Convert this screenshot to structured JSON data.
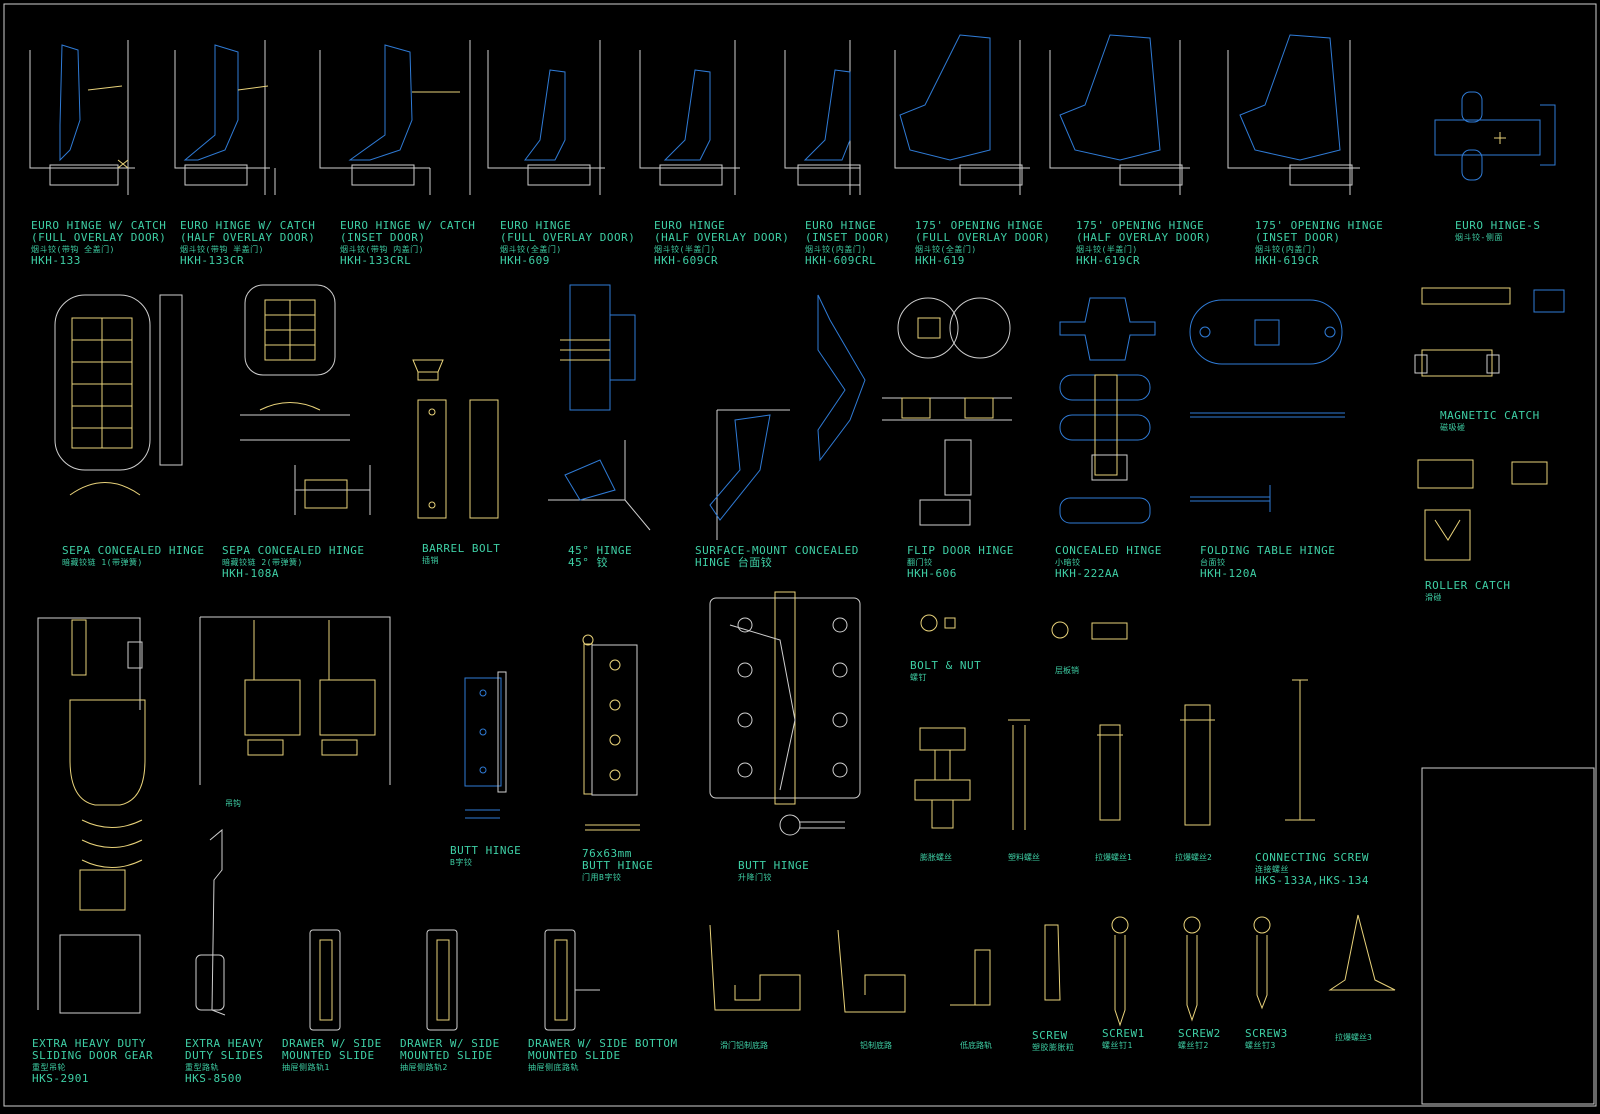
{
  "colors": {
    "background": "#000000",
    "label": "#3ecfa5",
    "part_line": "#e8d27a",
    "detail_line": "#2f7bd6",
    "frame": "#cfcfcf"
  },
  "items": {
    "hkh133": {
      "l1": "EURO HINGE W/ CATCH",
      "l2": "(FULL OVERLAY DOOR)",
      "cn": "烟斗铰(带钩 全盖门)",
      "code": "HKH-133"
    },
    "hkh133cr": {
      "l1": "EURO HINGE W/ CATCH",
      "l2": "(HALF OVERLAY DOOR)",
      "cn": "烟斗铰(带钩 半盖门)",
      "code": "HKH-133CR"
    },
    "hkh133crl": {
      "l1": "EURO HINGE W/ CATCH",
      "l2": "(INSET DOOR)",
      "cn": "烟斗铰(带钩 内盖门)",
      "code": "HKH-133CRL"
    },
    "hkh609": {
      "l1": "EURO HINGE",
      "l2": "(FULL OVERLAY DOOR)",
      "cn": "烟斗铰(全盖门)",
      "code": "HKH-609"
    },
    "hkh609cr": {
      "l1": "EURO HINGE",
      "l2": "(HALF OVERLAY DOOR)",
      "cn": "烟斗铰(半盖门)",
      "code": "HKH-609CR"
    },
    "hkh609crl": {
      "l1": "EURO HINGE",
      "l2": "(INSET DOOR)",
      "cn": "烟斗铰(内盖门)",
      "code": "HKH-609CRL"
    },
    "hkh619": {
      "l1": "175' OPENING HINGE",
      "l2": "(FULL OVERLAY DOOR)",
      "cn": "烟斗铰(全盖门)",
      "code": "HKH-619"
    },
    "hkh619cr": {
      "l1": "175' OPENING HINGE",
      "l2": "(HALF OVERLAY DOOR)",
      "cn": "烟斗铰(半盖门)",
      "code": "HKH-619CR"
    },
    "hkh619crl": {
      "l1": "175' OPENING HINGE",
      "l2": "(INSET DOOR)",
      "cn": "烟斗铰(内盖门)",
      "code": "HKH-619CR"
    },
    "eurohingeS": {
      "l1": "EURO HINGE-S",
      "cn": "烟斗铰-侧面"
    },
    "sepa1": {
      "l1": "SEPA CONCEALED HINGE",
      "cn": "暗藏铰链 1(带弹簧)"
    },
    "sepa2": {
      "l1": "SEPA CONCEALED HINGE",
      "cn": "暗藏铰链 2(带弹簧)",
      "code": "HKH-108A"
    },
    "barrel": {
      "l1": "BARREL BOLT",
      "cn": "插销"
    },
    "hinge45": {
      "l1": "45° HINGE",
      "l2": "45° 铰"
    },
    "surface": {
      "l1": "SURFACE-MOUNT CONCEALED",
      "l2": "HINGE 台面铰"
    },
    "flipdoor": {
      "l1": "FLIP DOOR HINGE",
      "cn": "翻门铰",
      "code": "HKH-606"
    },
    "concealed": {
      "l1": "CONCEALED HINGE",
      "cn": "小暗铰",
      "code": "HKH-222AA"
    },
    "folding": {
      "l1": "FOLDING TABLE HINGE",
      "cn": "台面铰",
      "code": "HKH-120A"
    },
    "magnetic": {
      "l1": "MAGNETIC CATCH",
      "cn": "磁吸碰"
    },
    "roller": {
      "l1": "ROLLER CATCH",
      "cn": "滑碰"
    },
    "boltnut": {
      "l1": "BOLT & NUT",
      "cn": "螺钉"
    },
    "hook": {
      "cn": "吊钩"
    },
    "yousa": {
      "cn": "层板销"
    },
    "butt1": {
      "l1": "BUTT HINGE",
      "cn": "B字铰"
    },
    "butt2": {
      "l1": "76x63mm",
      "l2": "BUTT HINGE",
      "cn": "门用B字铰"
    },
    "butt3": {
      "l1": "BUTT HINGE",
      "cn": "升降门铰"
    },
    "bolt1": {
      "cn": "膨胀螺丝"
    },
    "bolt2": {
      "cn": "塑料螺丝"
    },
    "bolt3": {
      "cn": "拉爆螺丝1"
    },
    "bolt4": {
      "cn": "拉爆螺丝2"
    },
    "connecting": {
      "l1": "CONNECTING SCREW",
      "cn": "连接螺丝",
      "code": "HKS-133A,HKS-134"
    },
    "gear": {
      "l1": "EXTRA HEAVY DUTY",
      "l2": "SLIDING DOOR GEAR",
      "cn": "重型吊轮",
      "code": "HKS-2901"
    },
    "slides": {
      "l1": "EXTRA HEAVY",
      "l2": "DUTY SLIDES",
      "cn": "重型路轨",
      "code": "HKS-8500"
    },
    "drawer1": {
      "l1": "DRAWER W/ SIDE",
      "l2": "MOUNTED SLIDE",
      "cn": "抽屉侧路轨1"
    },
    "drawer2": {
      "l1": "DRAWER W/ SIDE",
      "l2": "MOUNTED SLIDE",
      "cn": "抽屉侧路轨2"
    },
    "drawer3": {
      "l1": "DRAWER W/ SIDE BOTTOM",
      "l2": "MOUNTED SLIDE",
      "cn": "抽屉侧底路轨"
    },
    "profile1": {
      "cn": "滑门铝制底路"
    },
    "profile2": {
      "cn": "铝制底路"
    },
    "profile3": {
      "cn": "低底路轨"
    },
    "screw": {
      "l1": "SCREW",
      "cn": "塑胶膨胀粒"
    },
    "screw1": {
      "l1": "SCREW1",
      "cn": "螺丝钉1"
    },
    "screw2": {
      "l1": "SCREW2",
      "cn": "螺丝钉2"
    },
    "screw3": {
      "l1": "SCREW3",
      "cn": "螺丝钉3"
    },
    "screw4": {
      "cn": "拉爆螺丝3"
    }
  }
}
